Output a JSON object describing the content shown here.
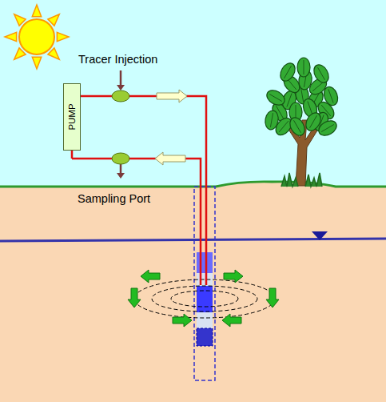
{
  "diagram": {
    "nodes": [
      {
        "text": [
          "PUMP"
        ]
      }
    ],
    "labels": [
      "Tracer Injection",
      "Sampling Port"
    ]
  }
}
